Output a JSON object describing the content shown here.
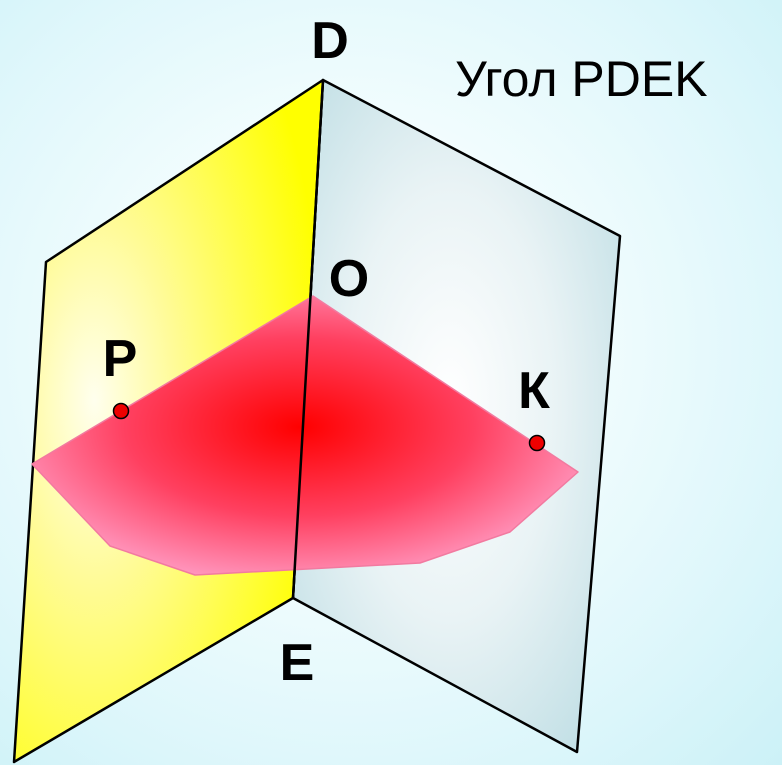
{
  "title": "Угол PDEK",
  "labels": {
    "D": "D",
    "E": "E",
    "O": "O",
    "P": "P",
    "K": "К"
  },
  "colors": {
    "left_plane": "#ffff00",
    "right_plane": "#bfe0e6",
    "linear_angle": "#ff1a2e",
    "points": "#ee0000",
    "edges": "#000000"
  }
}
